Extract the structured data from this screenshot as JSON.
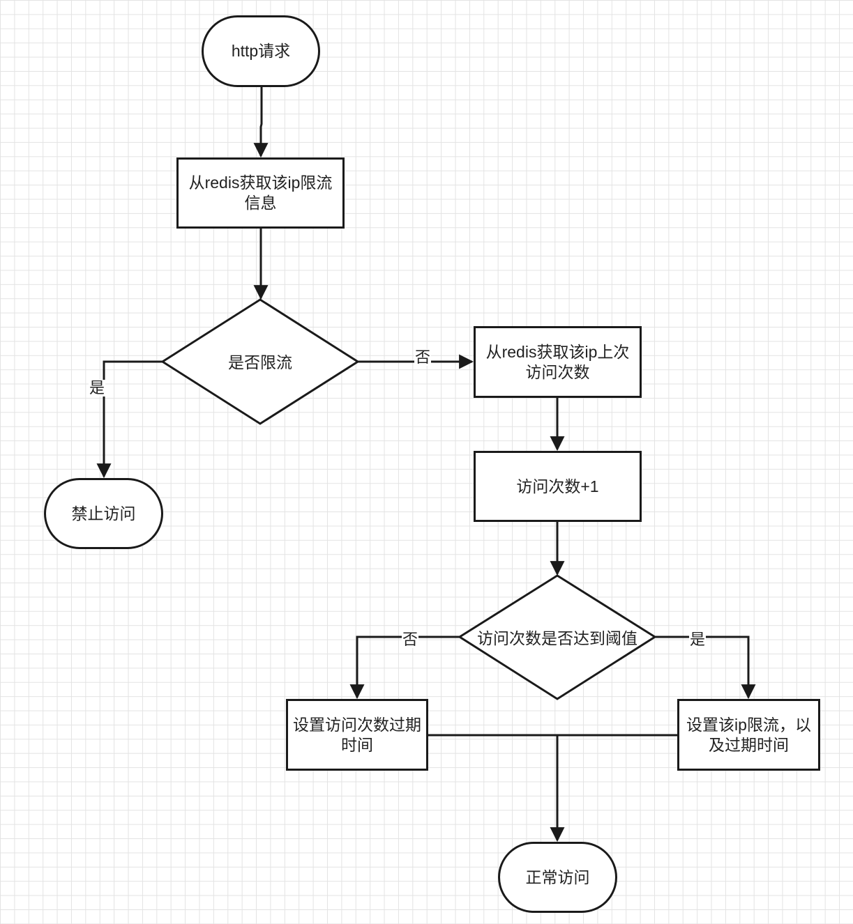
{
  "nodes": {
    "start": "http请求",
    "fetch_limit_info": "从redis获取该ip限流\n信息",
    "is_limited": "是否限流",
    "forbid": "禁止访问",
    "fetch_last_count": "从redis获取该ip上次\n访问次数",
    "increment": "访问次数+1",
    "reach_threshold": "访问次数是否达到阈值",
    "set_expire": "设置访问次数过期\n时间",
    "set_limit": "设置该ip限流，以\n及过期时间",
    "normal": "正常访问"
  },
  "edge_labels": {
    "limited_yes": "是",
    "limited_no": "否",
    "threshold_no": "否",
    "threshold_yes": "是"
  },
  "colors": {
    "line": "#1a1a1a",
    "grid": "#e3e3e3"
  }
}
